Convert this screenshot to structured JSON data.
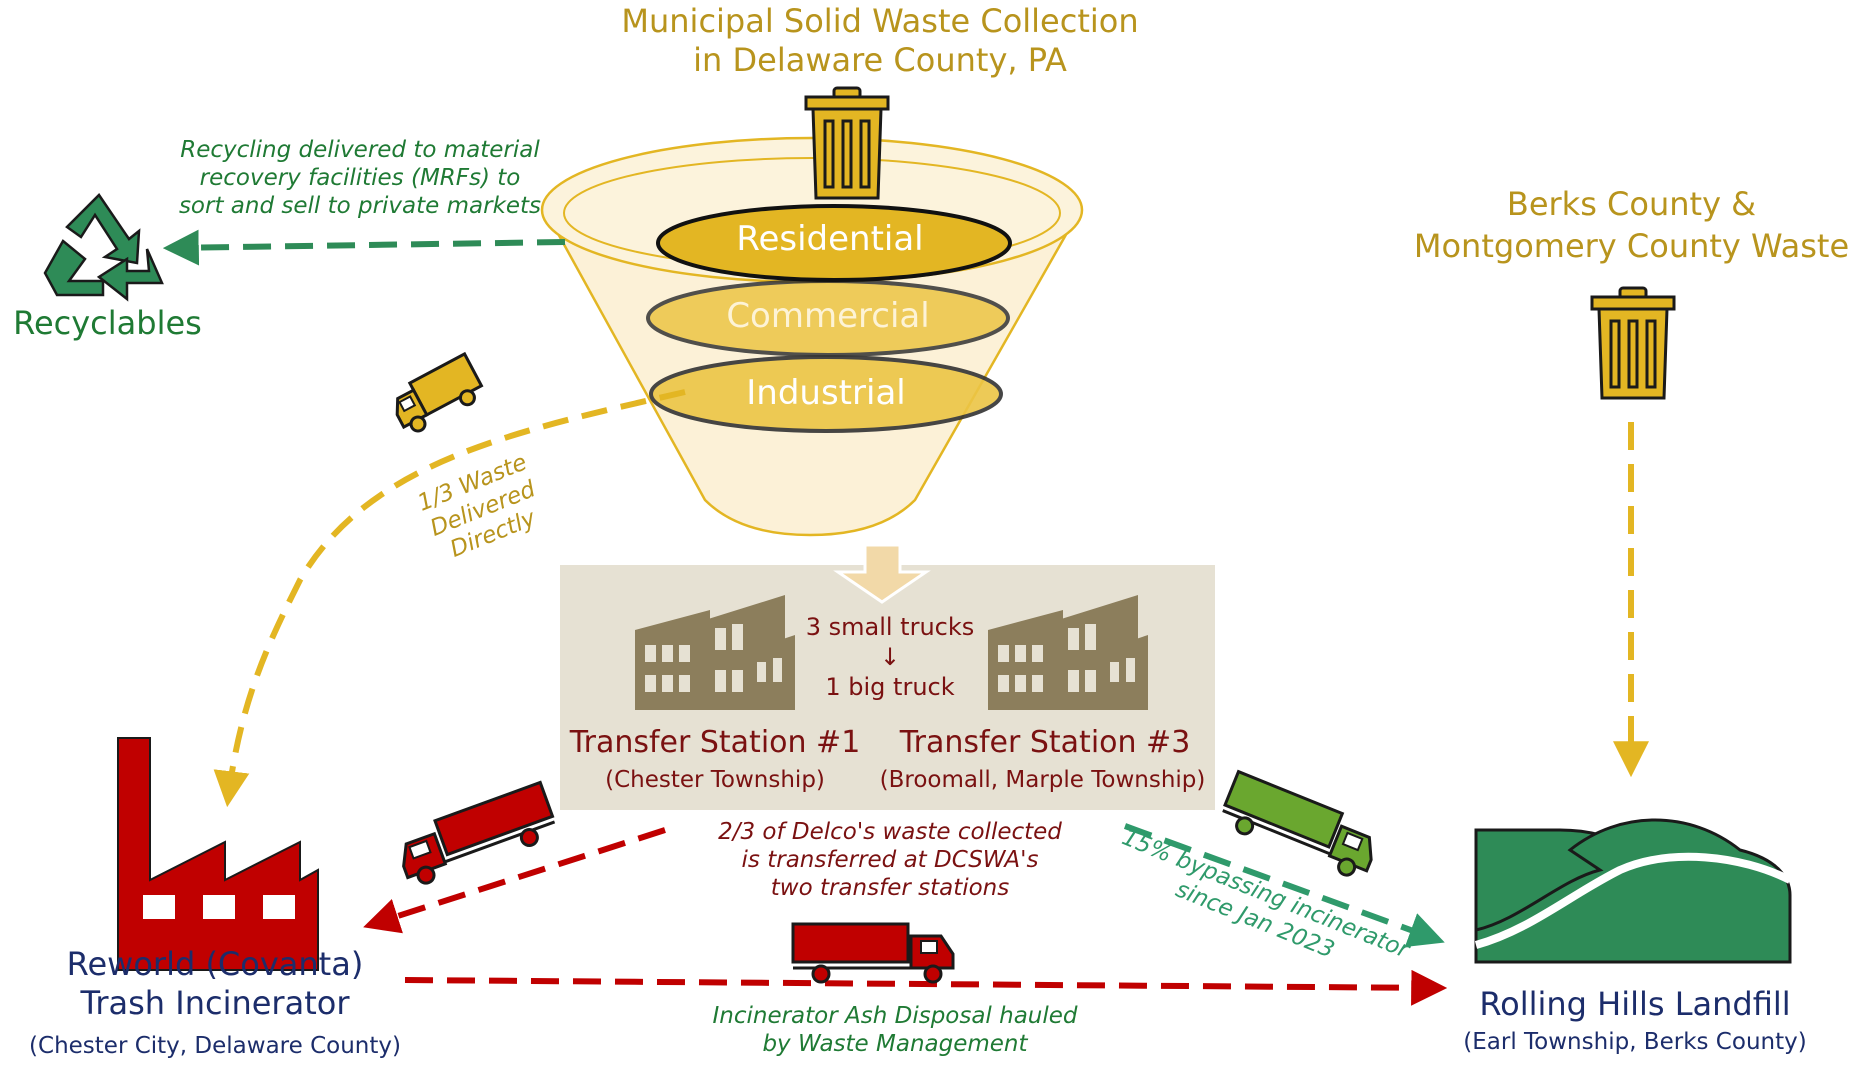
{
  "title": {
    "line1": "Municipal Solid Waste Collection",
    "line2": "in Delaware County, PA"
  },
  "funnel": {
    "layers": [
      "Residential",
      "Commercial",
      "Industrial"
    ]
  },
  "recycling": {
    "caption": [
      "Recycling delivered to material",
      "recovery facilities (MRFs) to",
      "sort and sell to private markets"
    ],
    "label": "Recyclables"
  },
  "direct": {
    "lines": [
      "1/3 Waste",
      "Delivered",
      "Directly"
    ]
  },
  "transfer": {
    "consolidation": {
      "top": "3 small trucks",
      "arrow": "↓",
      "bottom": "1 big truck"
    },
    "station1": {
      "name": "Transfer Station #1",
      "location": "(Chester Township)"
    },
    "station3": {
      "name": "Transfer Station #3",
      "location": "(Broomall, Marple Township)"
    },
    "caption": [
      "2/3 of Delco's waste collected",
      "is transferred at DCSWA's",
      "two transfer stations"
    ]
  },
  "berks": {
    "lines": [
      "Berks County &",
      "Montgomery County Waste"
    ]
  },
  "bypass": {
    "lines": [
      "15% bypassing incinerator",
      "since Jan 2023"
    ]
  },
  "incinerator": {
    "lines": [
      "Reworld (Covanta)",
      "Trash Incinerator"
    ],
    "location": "(Chester City, Delaware County)"
  },
  "ash": {
    "lines": [
      "Incinerator Ash Disposal hauled",
      "by Waste Management"
    ]
  },
  "landfill": {
    "name": "Rolling Hills Landfill",
    "location": "(Earl Township, Berks County)"
  },
  "colors": {
    "gold": "#e3b623",
    "gold_text": "#b8941d",
    "green": "#2e8b57",
    "green_text": "#1f7a34",
    "red": "#c00000",
    "navy": "#1c2d6b",
    "maroon": "#7a1111",
    "teal": "#2f9a6b",
    "box": "#e6e1d3",
    "building": "#8c7e5c",
    "truck_green": "#6aa72f"
  },
  "icons": [
    "trash-can-icon",
    "recycle-icon",
    "truck-icon",
    "building-icon",
    "factory-icon",
    "hills-icon"
  ]
}
